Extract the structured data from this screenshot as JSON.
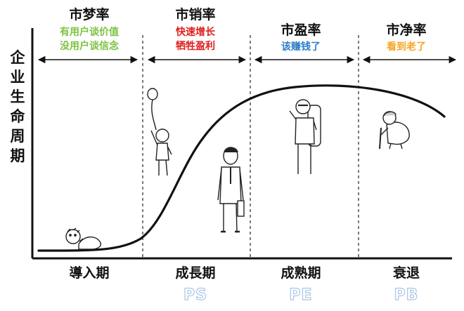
{
  "y_axis_label": "企业生命周期",
  "phases": [
    {
      "title": "市梦率",
      "lines": [
        "有用户谈价值",
        "没用户谈信念"
      ],
      "line_color": "#7dc241",
      "stage": "導入期",
      "metric": ""
    },
    {
      "title": "市销率",
      "lines": [
        "快速增长",
        "牺牲盈利"
      ],
      "line_color": "#e01e1e",
      "stage": "成長期",
      "metric": "PS"
    },
    {
      "title": "市盈率",
      "lines": [
        "该赚钱了"
      ],
      "line_color": "#2a7cc7",
      "stage": "成熟期",
      "metric": "PE"
    },
    {
      "title": "市净率",
      "lines": [
        "看到老了"
      ],
      "line_color": "#f5a623",
      "stage": "衰退",
      "metric": "PB"
    }
  ],
  "figures": [
    {
      "name": "sleeping-baby-icon"
    },
    {
      "name": "child-with-balloon-icon"
    },
    {
      "name": "businessman-icon"
    },
    {
      "name": "hiker-with-backpack-icon"
    },
    {
      "name": "elderly-person-with-cane-icon"
    }
  ]
}
